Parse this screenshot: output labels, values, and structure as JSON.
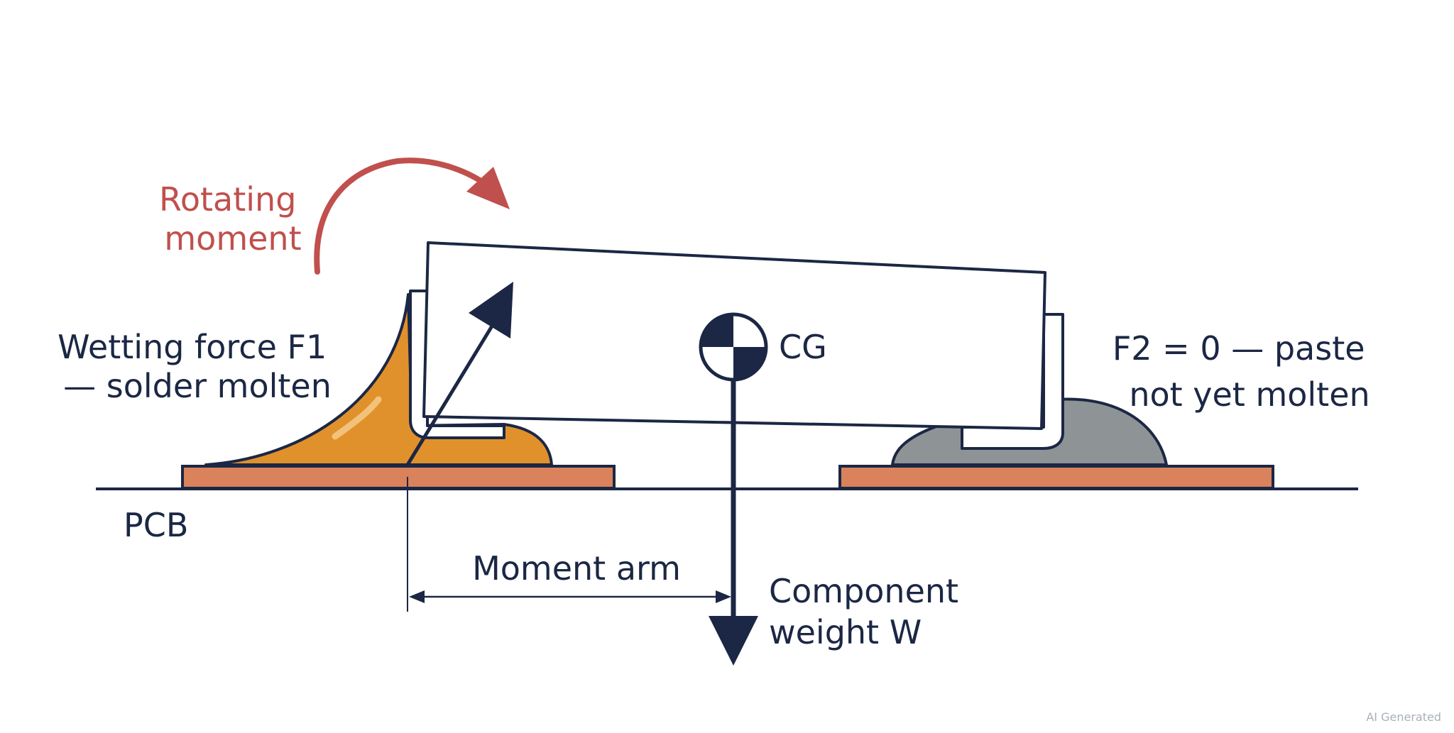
{
  "labels": {
    "rotating_moment": [
      "Rotating",
      "moment"
    ],
    "wetting_force": [
      "Wetting force F1",
      "— solder molten"
    ],
    "cg": "CG",
    "f2": [
      "F2 = 0 — paste",
      "not yet molten"
    ],
    "pcb": "PCB",
    "moment_arm": "Moment arm",
    "weight": [
      "Component",
      "weight W"
    ],
    "watermark": "AI Generated"
  },
  "colors": {
    "line": "#1b2744",
    "pad": "#d9825b",
    "molten_solder": "#e0912c",
    "paste": "#8e9396",
    "moment_arrow": "#c0504d",
    "highlight": "#f2c27a"
  }
}
